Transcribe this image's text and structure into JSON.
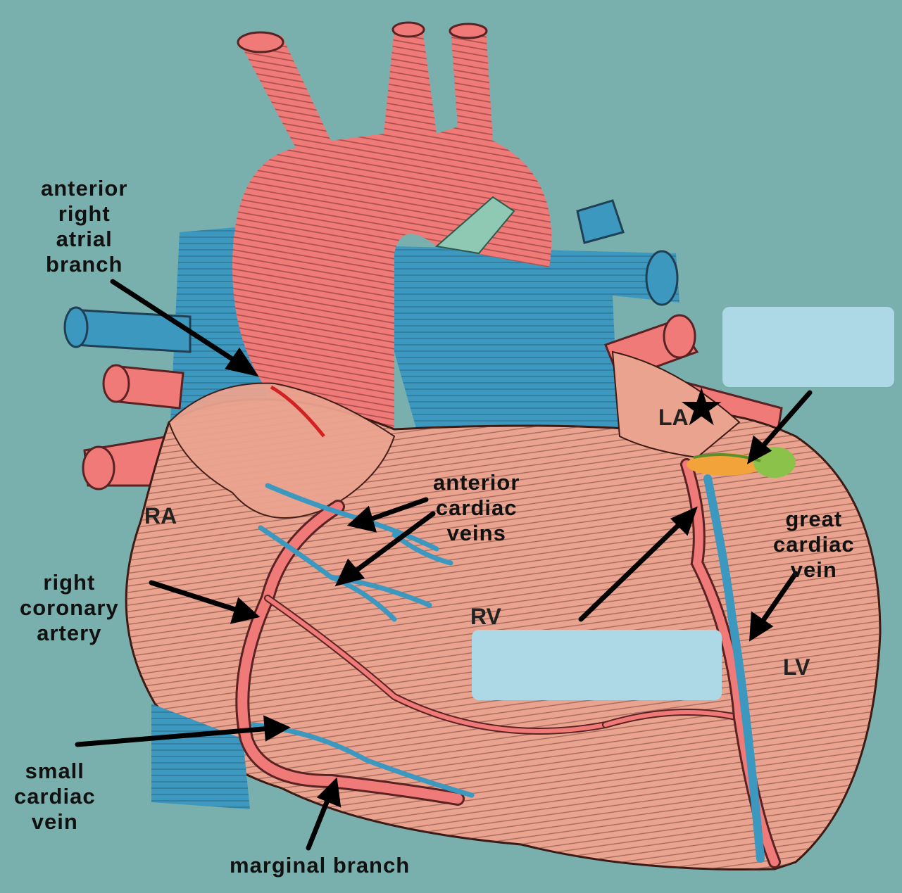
{
  "labels": {
    "anterior_right_atrial_branch": [
      "anterior",
      "right",
      "atrial",
      "branch"
    ],
    "anterior_cardiac_veins": [
      "anterior",
      "cardiac",
      "veins"
    ],
    "right_coronary_artery": [
      "right",
      "coronary",
      "artery"
    ],
    "great_cardiac_vein": [
      "great",
      "cardiac",
      "vein"
    ],
    "small_cardiac_vein": [
      "small",
      "cardiac",
      "vein"
    ],
    "marginal_branch": "marginal branch"
  },
  "chambers": {
    "ra": "RA",
    "rv": "RV",
    "la": "LA",
    "lv": "LV"
  },
  "marker": {
    "star": "★"
  },
  "colors": {
    "background": "#79b0ad",
    "artery": "#f07a78",
    "vein": "#3d98c0",
    "myocardium": "#eaa38f",
    "blank_box": "#add8e6",
    "lesion": "#8bc34a"
  }
}
